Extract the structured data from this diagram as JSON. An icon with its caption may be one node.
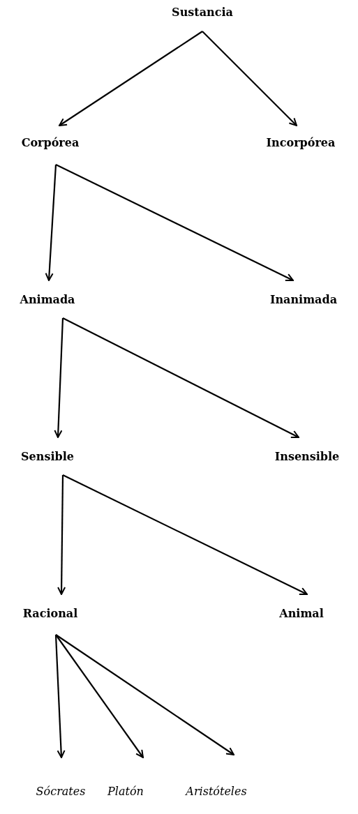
{
  "diagram": {
    "nodes": [
      {
        "text": [
          "Sustancia"
        ]
      },
      {
        "text": [
          "Corpórea"
        ]
      },
      {
        "text": [
          "Incorpórea"
        ]
      },
      {
        "text": [
          "Animada"
        ]
      },
      {
        "text": [
          "Inanimada"
        ]
      },
      {
        "text": [
          "Sensible"
        ]
      },
      {
        "text": [
          "Insensible"
        ]
      },
      {
        "text": [
          "Racional"
        ]
      },
      {
        "text": [
          "Animal"
        ]
      },
      {
        "text": [
          "Sócrates"
        ]
      },
      {
        "text": [
          "Platón"
        ]
      },
      {
        "text": [
          "Aristóteles"
        ]
      }
    ],
    "edges": [
      {
        "from": 0,
        "to": 1,
        "arrow": "to"
      },
      {
        "from": 0,
        "to": 2,
        "arrow": "to"
      },
      {
        "from": 1,
        "to": 3,
        "arrow": "to"
      },
      {
        "from": 1,
        "to": 4,
        "arrow": "to"
      },
      {
        "from": 3,
        "to": 5,
        "arrow": "to"
      },
      {
        "from": 3,
        "to": 6,
        "arrow": "to"
      },
      {
        "from": 5,
        "to": 7,
        "arrow": "to"
      },
      {
        "from": 5,
        "to": 8,
        "arrow": "to"
      },
      {
        "from": 7,
        "to": 9,
        "arrow": "to"
      },
      {
        "from": 7,
        "to": 10,
        "arrow": "to"
      },
      {
        "from": 7,
        "to": 11,
        "arrow": "to"
      }
    ]
  }
}
